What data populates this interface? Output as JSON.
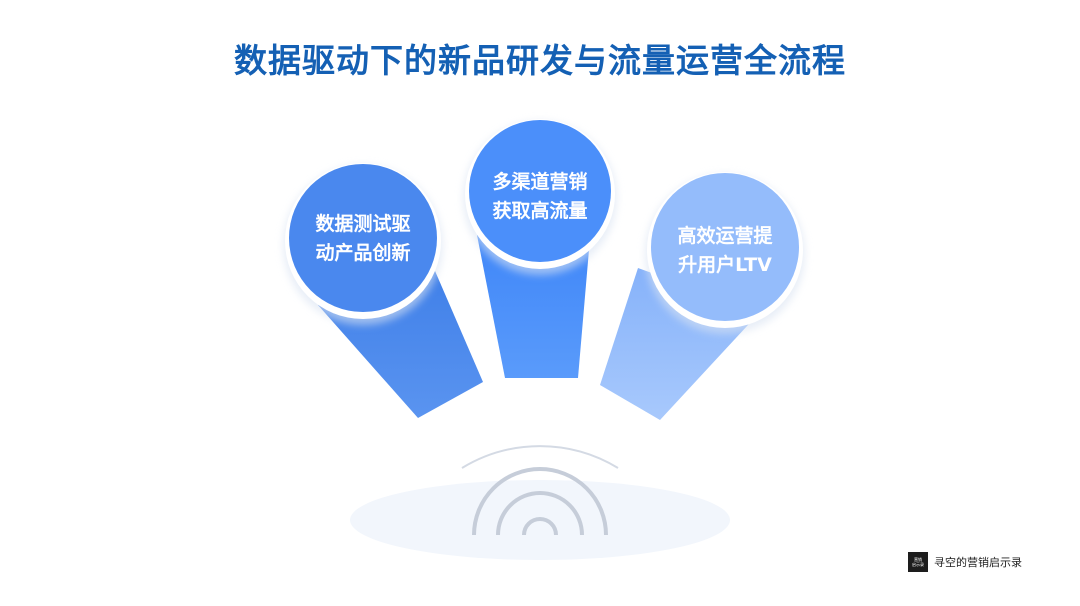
{
  "title": "数据驱动下的新品研发与流量运营全流程",
  "stages": [
    {
      "line1": "数据测试驱",
      "line2": "动产品创新",
      "color": "#4a88ee"
    },
    {
      "line1": "多渠道营销",
      "line2": "获取高流量",
      "color": "#4b8ffa"
    },
    {
      "line1": "高效运营提",
      "line2": "升用户LTV",
      "color": "#94bcfb"
    }
  ],
  "brand": {
    "logo_line1": "营销",
    "logo_line2": "启示录",
    "text": "寻空的营销启示录"
  }
}
